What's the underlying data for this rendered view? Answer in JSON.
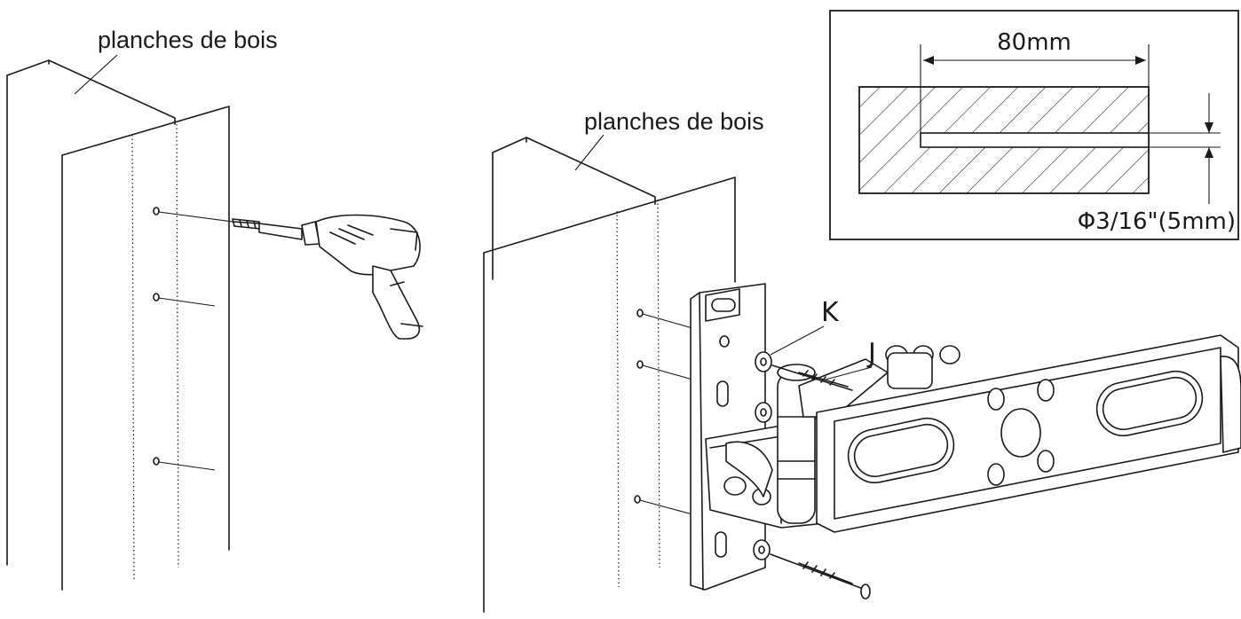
{
  "labels": {
    "left_wood": "planches de bois",
    "right_wood": "planches de bois",
    "part_k": "K",
    "part_j": "J"
  },
  "detail": {
    "depth": "80mm",
    "hole_diameter": "Φ3/16\"(5mm)"
  },
  "icons": [
    "drill-icon",
    "wood-screw-icon",
    "washer-icon",
    "wall-plate-icon",
    "swivel-arm-icon",
    "tv-bracket-plate-icon"
  ]
}
